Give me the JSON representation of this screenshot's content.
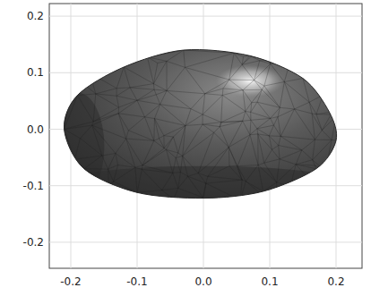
{
  "diagram": {
    "labels": [
      "0.2",
      "0.1",
      "0.0",
      "-0.1",
      "-0.2",
      "-0.2",
      "-0.1",
      "0.0",
      "0.1",
      "0.2"
    ]
  }
}
